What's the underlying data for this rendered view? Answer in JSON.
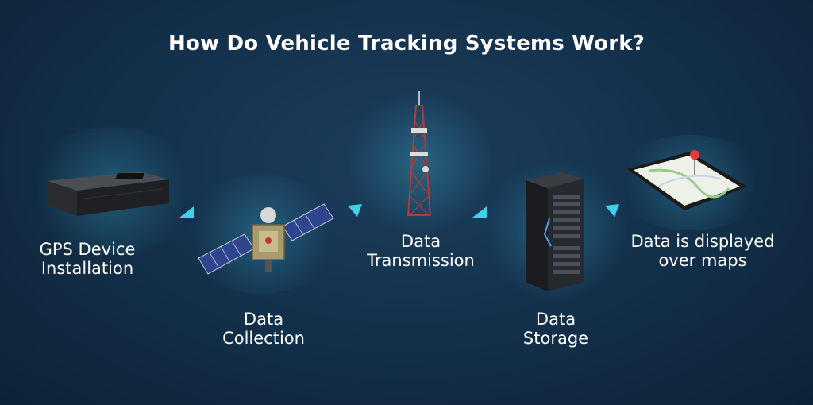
{
  "title": "How Do Vehicle Tracking Systems Work?",
  "steps": [
    {
      "label_line1": "GPS Device",
      "label_line2": "Installation",
      "icon": "gps-device-icon"
    },
    {
      "label_line1": "Data",
      "label_line2": "Collection",
      "icon": "satellite-icon"
    },
    {
      "label_line1": "Data",
      "label_line2": "Transmission",
      "icon": "cell-tower-icon"
    },
    {
      "label_line1": "Data",
      "label_line2": "Storage",
      "icon": "server-rack-icon"
    },
    {
      "label_line1": "Data is displayed",
      "label_line2": "over maps",
      "icon": "map-phone-icon"
    }
  ],
  "colors": {
    "background": "#14324d",
    "arrow": "#3fd1e8",
    "text": "#ffffff"
  }
}
